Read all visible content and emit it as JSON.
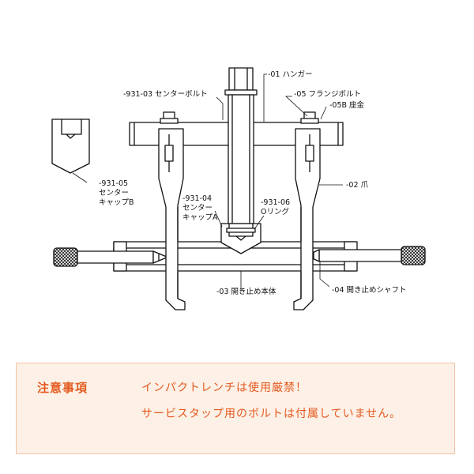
{
  "diagram": {
    "labels": {
      "hanger": "-01 ハンガー",
      "center_bolt": "-931-03 センターボルト",
      "flange_bolt": "-05 フランジボルト",
      "washer": "-05B 座金",
      "claw": "-02 爪",
      "cap_b": [
        "-931-05",
        "センター",
        "キャップB"
      ],
      "cap_a": [
        "-931-04",
        "センター",
        "キャップA"
      ],
      "o_ring": [
        "-931-06",
        "Oリング"
      ],
      "body": "-03 開き止め本体",
      "shaft": "-04 開き止めシャフト"
    }
  },
  "notice": {
    "heading": "注意事項",
    "lines": [
      "インパクトレンチは使用厳禁！",
      "サービスタップ用のボルトは付属していません。"
    ]
  },
  "colors": {
    "notice_text": "#e35a1f",
    "notice_background": "#fdf0e6",
    "notice_border": "#f0c4a6"
  }
}
